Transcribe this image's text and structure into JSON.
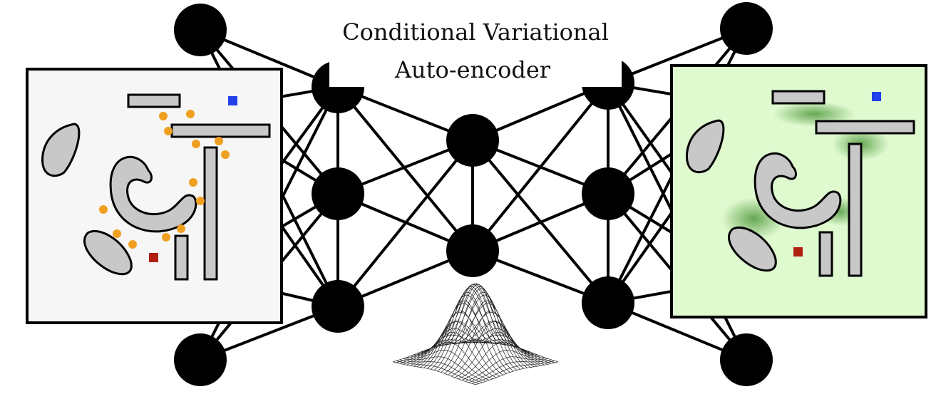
{
  "title": {
    "line1": "Conditional Variational",
    "line2": "Auto-encoder"
  },
  "colors": {
    "node": "#000000",
    "edge": "#000000",
    "obstacle_fill": "#c8c8c8",
    "sample_point": "#f0a020",
    "goal_marker": "#2040e8",
    "start_marker": "#b02010",
    "input_panel_bg": "#f6f6f6",
    "output_panel_bg": "#e0fad0",
    "heatmap_green": "#3d8c2a"
  },
  "network": {
    "layers": [
      {
        "name": "input-layer",
        "nodes": 4
      },
      {
        "name": "hidden-layer-1",
        "nodes": 3
      },
      {
        "name": "latent-layer",
        "nodes": 2
      },
      {
        "name": "hidden-layer-2",
        "nodes": 3
      },
      {
        "name": "output-layer",
        "nodes": 4
      }
    ]
  },
  "panels": {
    "input": {
      "name": "input-environment-with-samples"
    },
    "output": {
      "name": "output-environment-with-sample-density"
    }
  },
  "latent_distribution": {
    "name": "gaussian-surface-plot",
    "type": "2d-gaussian"
  }
}
